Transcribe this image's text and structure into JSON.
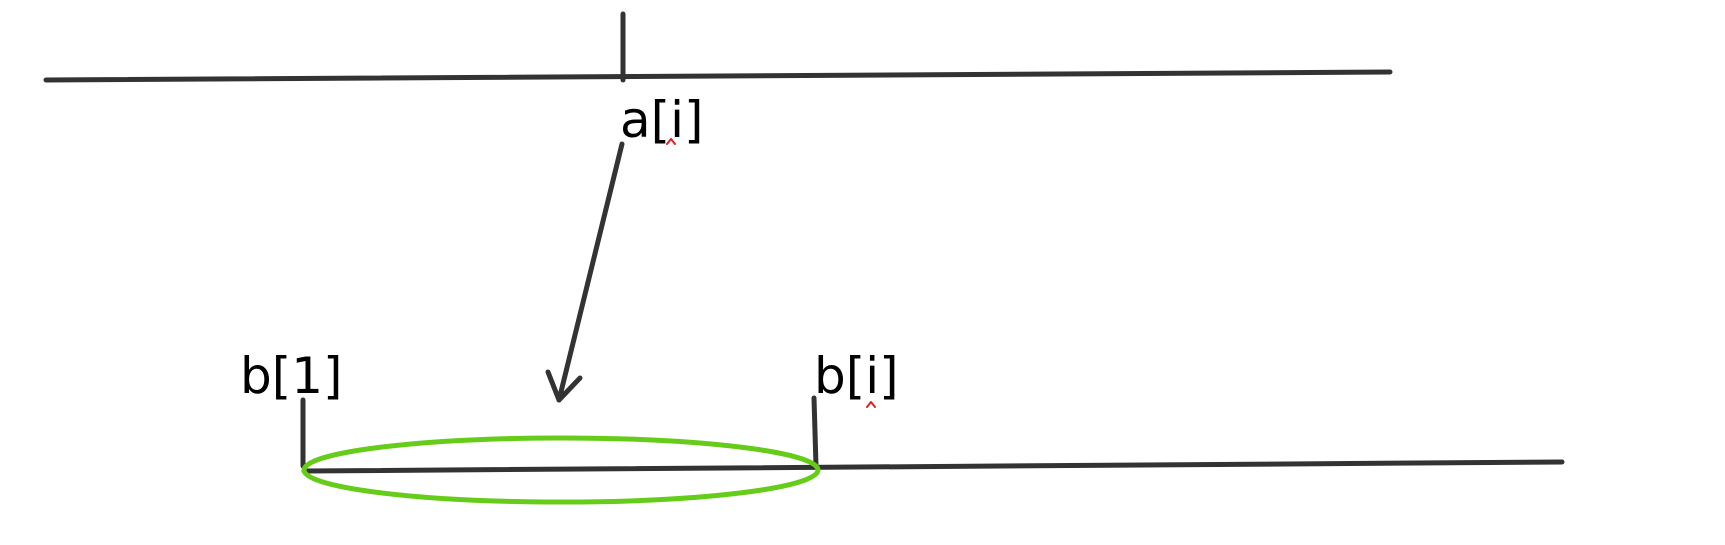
{
  "labels": {
    "top_marker": "a[i]",
    "bottom_left": "b[1]",
    "bottom_right": "b[i]"
  },
  "colors": {
    "stroke": "#333333",
    "text": "#000000",
    "highlight": "#66cc1a",
    "spellcheck": "#e02020"
  }
}
